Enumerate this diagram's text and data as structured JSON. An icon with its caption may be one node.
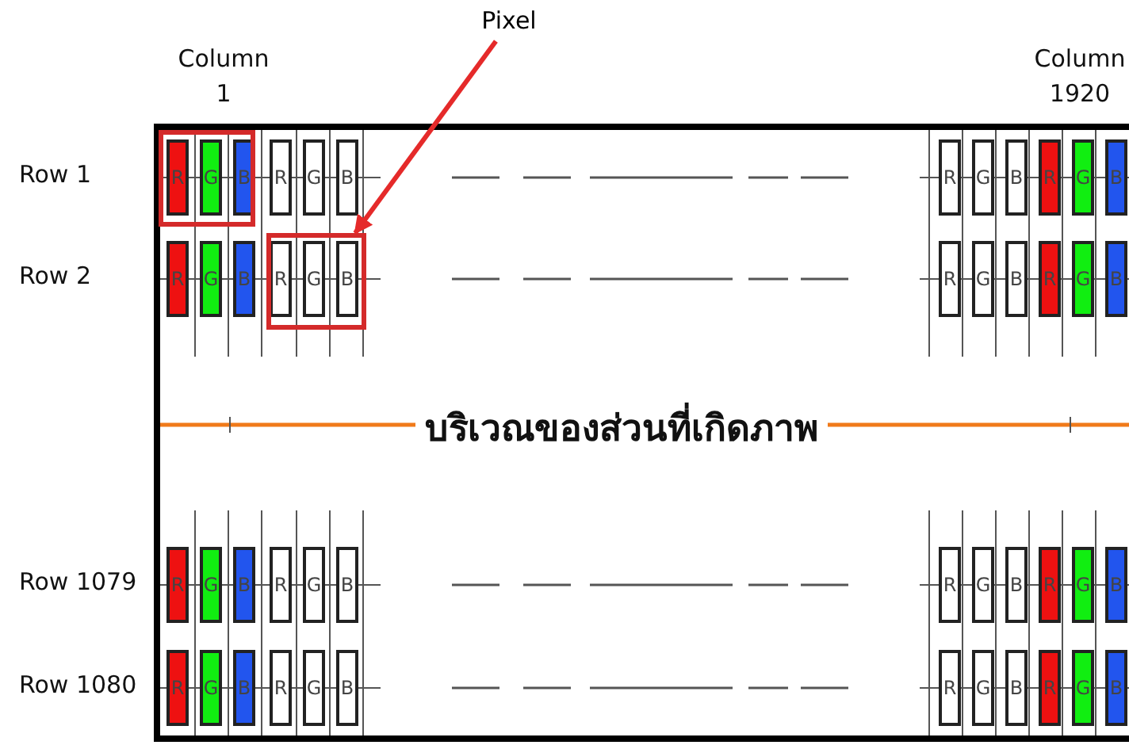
{
  "diagram": {
    "nodes": [
      {
        "text": [
          "Pixel"
        ]
      },
      {
        "text": [],
        "shape": "box"
      }
    ],
    "edges": [
      {
        "from": 0,
        "to": 1,
        "arrow": "to",
        "color": "#e52a2a"
      }
    ],
    "labels": [
      "Column 1",
      "Column 1920",
      "Row 1",
      "R",
      "G",
      "B",
      "R",
      "G",
      "B",
      "R",
      "G",
      "B",
      "R",
      "G",
      "B",
      "Row 2",
      "R",
      "G",
      "B",
      "R",
      "G",
      "B",
      "R",
      "G",
      "B",
      "R",
      "G",
      "B",
      "บริเวณของส่วนที่เกิดภาพ",
      "Row 1079",
      "R",
      "G",
      "B",
      "R",
      "G",
      "B",
      "R",
      "G",
      "B",
      "R",
      "G",
      "B",
      "Row 1080",
      "R",
      "G",
      "B",
      "R",
      "G",
      "B",
      "R",
      "G",
      "B",
      "R",
      "G",
      "B"
    ]
  }
}
